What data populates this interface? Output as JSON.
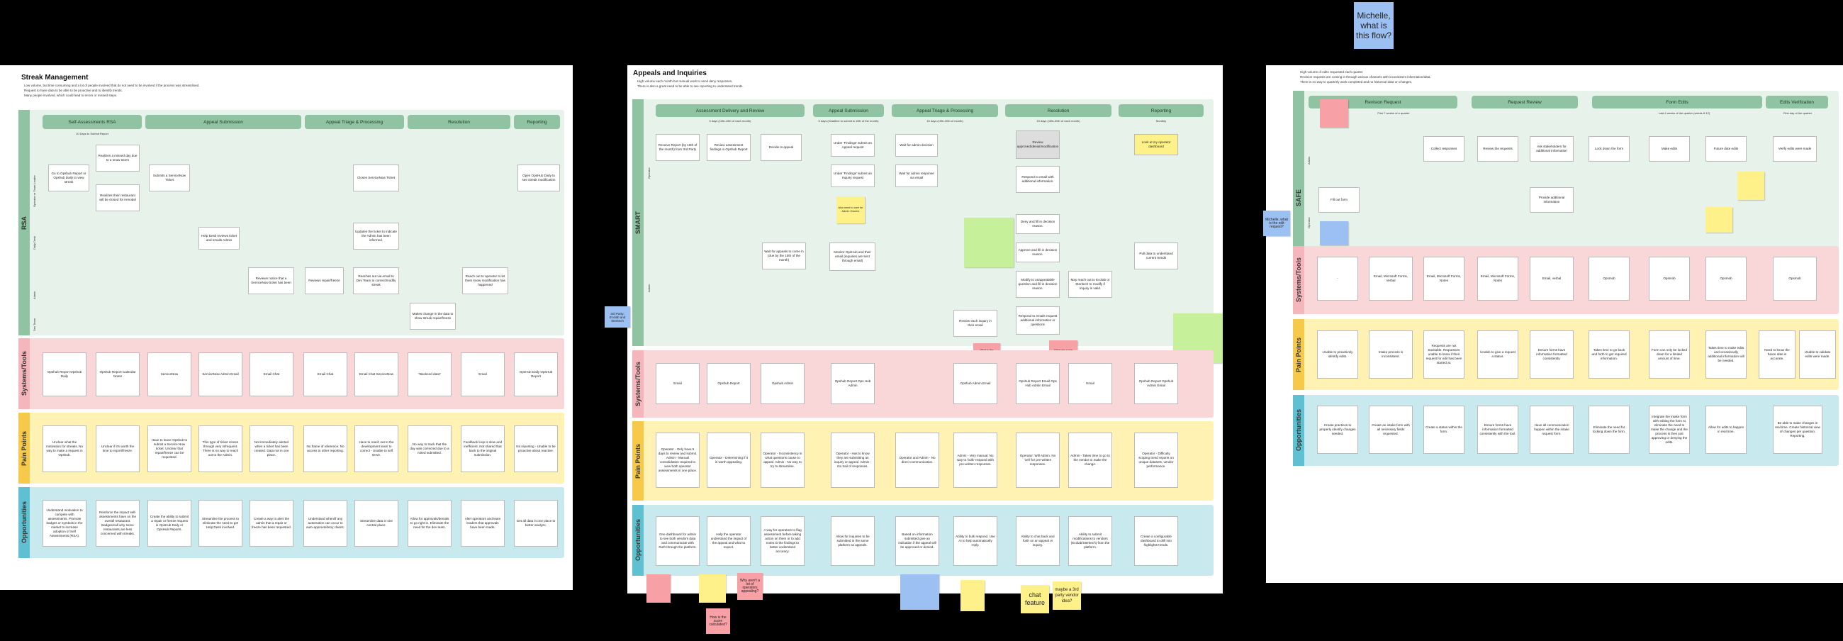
{
  "top_note": {
    "text": "Michelle, what is this flow?"
  },
  "b1": {
    "title": "Streak Management",
    "bullets": [
      "Low volume, but time consuming and a lot of people involved that do not need to be involved if the process was streamlined.",
      "Request to have data to be able to be proactive and to identify trends.",
      "Many people involved, which could lead to errors or missed steps."
    ],
    "process_label": "RSA",
    "lanes": {
      "systems": "Systems/Tools",
      "pain": "Pain Points",
      "opp": "Opportunities"
    },
    "roles": [
      "Operator or Team Leader",
      "Daily Desk",
      "Admin",
      "Dev Team"
    ],
    "phases": [
      "Self-Assessments RSA",
      "Appeal Submission",
      "Appeal Triage & Processing",
      "Resolution",
      "Reporting"
    ],
    "phase_subs": [
      "10 Days to Submit Report"
    ],
    "cards": [
      "Go to Opshub Report or Opshub Daily to view streak",
      "Realizes a missed day due to a snow storm",
      "Realizes their restaurant will be closed for remodel",
      "Submits a ServiceNow Ticket",
      "Help Desk reviews ticket and emails Admin",
      "Reviews notice that a ServiceNow ticket has been",
      "Reviews repair/freeze",
      "Closes ServiceNow Ticket",
      "Updates the ticket to indicate the Admin has been informed.",
      "Reaches out via email to Dev Team to correct/modify streak",
      "Makes change in the data to show streak repair/freeze",
      "Reach out to operator to let them know modification has happened",
      "Open OpsHub Daily to see streak modification"
    ],
    "systems": [
      "Opshub Report Opshub Daily",
      "Opshub Report Calendar Notes",
      "ServiceNow",
      "ServiceNow Admin Email",
      "Email Chat",
      "Email Chat",
      "Email Chat ServiceNow",
      "*Backend data*",
      "Email",
      "OpsHub Daily OpsHub Report"
    ],
    "pains": [
      "Unclear what the motivation for streaks. No way to make a request in Opshub.",
      "Unclear if it's worth the time to report/freeze.",
      "Have to leave Opshub to submit a Service Now ticket. Unclear that repair/freeze can be requested.",
      "This type of ticket comes through very infrequent. There is no way to reach out to the Admin.",
      "Not immediately alerted when a ticket has been created. Data not in one place.",
      "No frame of reference. No access to other reporting.",
      "Have to reach out to the development team to correct - Unable to self serve.",
      "No way to track that the day was corrected due to a noted submitted.",
      "Feedback loop is slow and inefficient. Not shared that back to the original submission.",
      "No reporting - Unable to be proactive about reactive."
    ],
    "opps": [
      "Understand motivation to compete with assessments. Promote badges or symbols in the market to increase adoption of Self Assessments (RSA).",
      "Reinforce the impact self-assessments have on the overall restaurant. Badges/call why some restaurants are less concerned with streaks.",
      "Create the ability to submit a repair or freeze request in OpsHub Daily or OpsHub Reports.",
      "Streamline the process to eliminate the need to get Help Desk involved.",
      "Create a way to alert the admin that a repair or freeze has been requested.",
      "Understand when/if any automation can occur to auto-approve/deny claims.",
      "Streamline data in one central place.",
      "Allow for approvals/denials to go right in. Eliminate the need for the dev team.",
      "Alert operators and team leaders that approvals have been made.",
      "Get all data in one place to better analyze."
    ]
  },
  "b2": {
    "title": "Appeals and Inquiries",
    "bullets": [
      "High volume each month but manual work to send deny responses.",
      "There is also a great need to be able to see reporting to understand trends."
    ],
    "process_label": "SMART",
    "lanes": {
      "systems": "Systems/Tools",
      "pain": "Pain Points",
      "opp": "Opportunities"
    },
    "roles": [
      "Operator",
      "Admin"
    ],
    "phases": [
      "Assessment Delivery and Review",
      "Appeal Submission",
      "Appeal Triage & Processing",
      "Resolution",
      "Reporting"
    ],
    "phase_subs": [
      "5 days (10th-15th of each month)",
      "5 days (Deadline to submit is 15th of the month)",
      "15 days (15th-30th of month)",
      "15 days (15th-30th of each month)",
      "Monthly"
    ],
    "cards": [
      "Receive Report (by 10th of the month) from 3rd Party",
      "Review assessment findings in Opshub Report",
      "Decide to appeal",
      "Under 'Findings' submit an Appeal request",
      "Under 'Findings' submit an Inquiry request",
      "Wait for admin decision",
      "Wait for admin response via email",
      "Review approved/denial/modification",
      "Respond to email with additional information.",
      "Look at my operator dashboard",
      "Wait for appeals to come in (due by the 15th of the month)",
      "Monitor OpsHub and their email (inquiries are sent through email)",
      "Deny and fill in decision reason.",
      "Approve and fill in decision reason.",
      "Modify to unappealable question and fill in decision reason.",
      "May reach out to Ecolab or Steritech to modify if inquiry is valid.",
      "Respond to emails request additional information or questions",
      "Review each inquiry in their email",
      "Pull data to understand current trends"
    ],
    "systems": [
      "Email",
      "Opshub Report",
      "Opshub Admin",
      "Opshub Report Ops Hub Admin",
      "Opshub Admin Email",
      "Opshub Report Email Ops Hub Admin Email",
      "Email",
      "Opshub Report Opshub Admin Email"
    ],
    "pains": [
      "Operator - Only have 5 days to review and submit. Admin - Manual consolidation required to view both operator assessments in one place.",
      "Operator - Determining if it is worth appealing.",
      "Operator - Inconsistency in what questions cause to appeal. Admin - No way to try to streamline.",
      "Operator - Has to know they are submitting an inquiry or appeal. Admin - No trail of responses.",
      "Operator and Admin - No direct communication.",
      "Admin - Very manual. No way to 'bulk' respond with pre-written responses.",
      "Operator: Will Admin. No 'cell' for pre-written responses.",
      "Admin - Takes time to go to the vendor to make the change.",
      "Operator - Difficulty scoping trend reports on unique datasets, vendor performance."
    ],
    "opps": [
      "One dashboard for admin to see both vendors data and communicate with Ruth through the platform.",
      "Help the operator understand the impact of the appeal and what to expect.",
      "A way for operators to flag assessment before taking action on them or to add notes to the findings to better understand accuracy.",
      "Allow for inquiries to be submitted in the same platform as appeals.",
      "Based on information submitted give an indication if the appeal will be approved or denied.",
      "Ability to bulk respond. Use AI to help automatically reply.",
      "Ability to chat back and forth on an appeal or inquiry.",
      "Ability to submit modifications to vendors (Ecolab/Steritech) from the platform.",
      "Create a configurable dashboard to drill into highlights trends."
    ],
    "notes": {
      "third_party": "3rd Party: Ecolab and Steritech",
      "chat": "chat feature",
      "maybe": "maybe a 3rd party vendor idea?",
      "why": "Why aren't a lot of operators appealing?",
      "score": "How is the score calculated?",
      "admins": "Also need to care for Admin Owners",
      "diff": "What is the difference in a period of inquiry and an appeal?",
      "examples": "What are some examples of inquiries?"
    }
  },
  "b3": {
    "bullets": [
      "High volume of edits requested each quarter.",
      "Revision requests are coming in through various channels with inconsistent information/data.",
      "There is no way to quarterly work completed and no historical data on changes."
    ],
    "process_label": "SAFE",
    "lanes": {
      "systems": "Systems/Tools",
      "pain": "Pain Points",
      "opp": "Opportunities"
    },
    "roles": [
      "Admin",
      "Operator"
    ],
    "phases": [
      "Revision Request",
      "Request Review",
      "Form Edits",
      "Edits Verification"
    ],
    "phase_subs": [
      "First 7 weeks of a quarter",
      "Last 4 weeks of the quarter (weeks 8-12)",
      "First day of the quarter"
    ],
    "cards": [
      "Collect responses",
      "Review the requests",
      "Ask stakeholders for additional information",
      "Lock down the form",
      "Make edits",
      "Future date edits",
      "Verify edits were made",
      "Fill out form",
      "Provide additional information"
    ],
    "systems": [
      "-",
      "Email, Microsoft Forms, Verbal",
      "Email, Microsoft Forms, Notes",
      "Email, Microsoft Forms, Notes",
      "Email, verbal",
      "Opsmob",
      "Opsmob",
      "Opsmob",
      "Opsmob"
    ],
    "pains": [
      "Unable to proactively identify edits.",
      "Intake process is inconsistent.",
      "Requests are not trackable. Requestors unable to know if their request for edit has been started at.",
      "Unable to give a request a status.",
      "Ensure forms have information formatted consistently.",
      "Takes time to go back and forth to get required information.",
      "Form can only be locked down for a limited amount of time.",
      "Takes time to make edits and occasionally additional information will be needed.",
      "Need to know the future date is accurate.",
      "Unable to validate edits were made."
    ],
    "opps": [
      "Create practices to properly identify changes needed.",
      "Create an intake form with all necessary fields requested.",
      "Create a status within the form.",
      "Ensure forms have information formatted consistently with the tool.",
      "Have all communication happen within the intake request form.",
      "Eliminate the need for locking down the form.",
      "Integrate the intake form with editing the form to eliminate the need to make the change and the process is then just approving or denying the edits.",
      "Allow for edits to happen in real time.",
      "Be able to make changes in real time. Create historical view of changes per question. Reporting."
    ],
    "notes": {
      "michelle": "Michelle, what is the edit request?"
    }
  },
  "colors": {
    "process": "#8fc3a1",
    "systems": "#f9d6d8",
    "pain": "#fff2b3",
    "opp": "#c8e9ee",
    "phase": "#8fc3a1"
  }
}
